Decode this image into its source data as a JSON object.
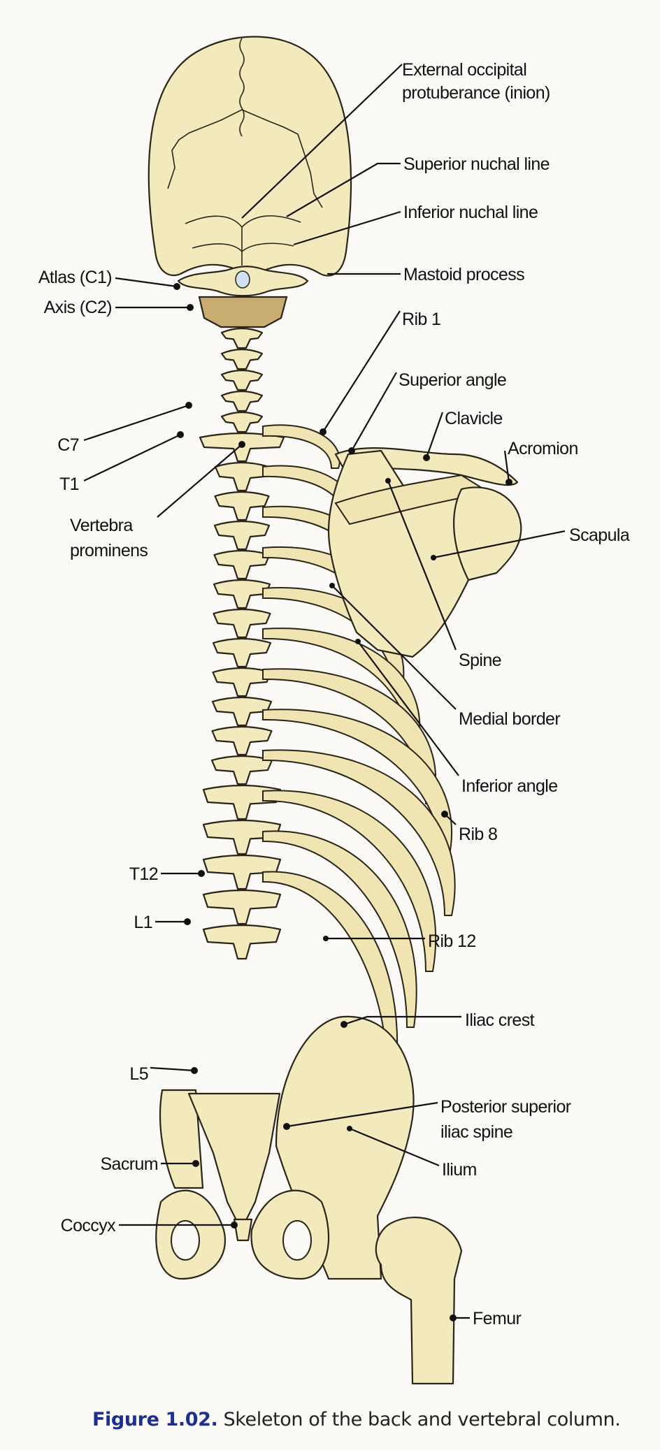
{
  "labels": {
    "ext_occ_1": "External occipital",
    "ext_occ_2": "protuberance (inion)",
    "sup_nuchal": "Superior nuchal line",
    "inf_nuchal": "Inferior nuchal line",
    "mastoid": "Mastoid process",
    "atlas": "Atlas (C1)",
    "axis": "Axis (C2)",
    "rib1": "Rib 1",
    "sup_angle": "Superior angle",
    "clavicle": "Clavicle",
    "acromion": "Acromion",
    "scapula": "Scapula",
    "c7": "C7",
    "t1": "T1",
    "vert_prom_1": "Vertebra",
    "vert_prom_2": "prominens",
    "spine": "Spine",
    "medial_border": "Medial border",
    "inf_angle": "Inferior angle",
    "rib8": "Rib 8",
    "t12": "T12",
    "l1": "L1",
    "rib12": "Rib 12",
    "iliac_crest": "Iliac crest",
    "l5": "L5",
    "psis_1": "Posterior superior",
    "psis_2": "iliac spine",
    "sacrum": "Sacrum",
    "ilium": "Ilium",
    "coccyx": "Coccyx",
    "femur": "Femur"
  },
  "caption": {
    "number": "Figure 1.02.",
    "text": "Skeleton of the back and vertebral column."
  },
  "colors": {
    "bone": "#f2e9bd",
    "axis_highlight": "#c9ac72",
    "caption_accent": "#1d2f8f"
  }
}
